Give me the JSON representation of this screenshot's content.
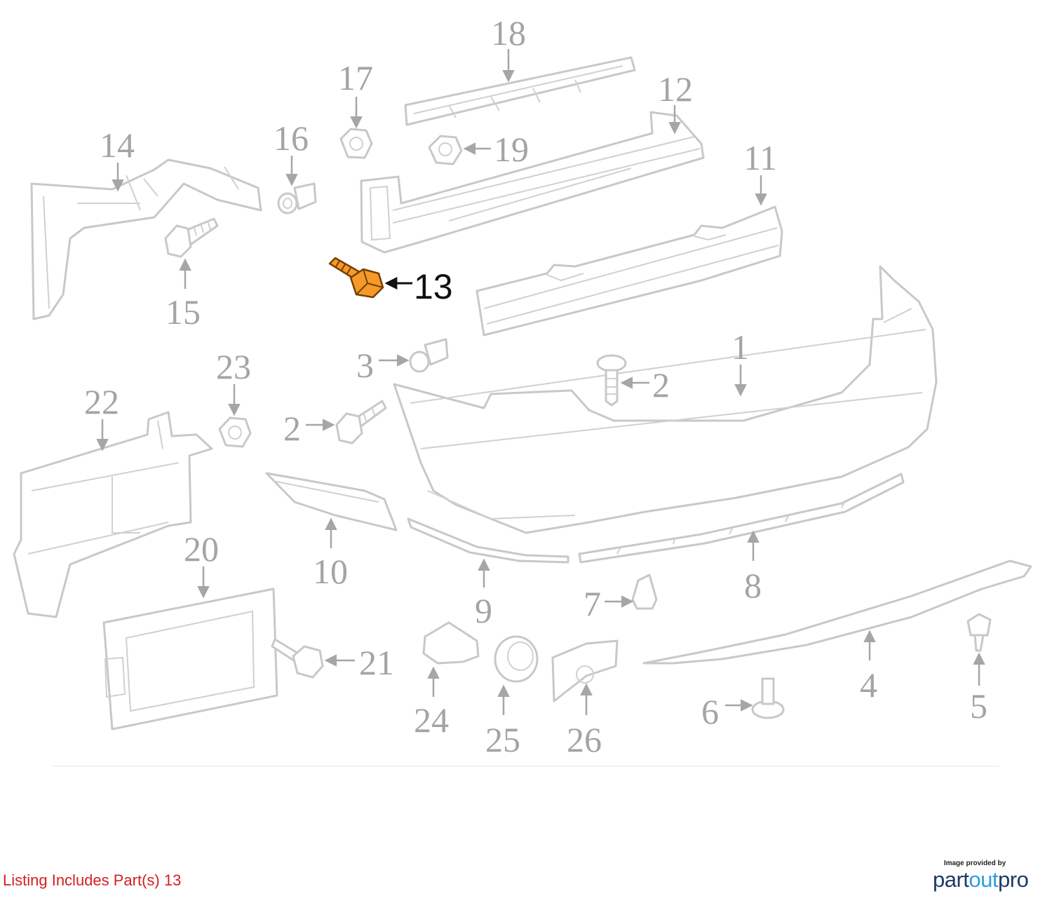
{
  "callouts": {
    "c1": "1",
    "c2a": "2",
    "c2b": "2",
    "c3": "3",
    "c4": "4",
    "c5": "5",
    "c6": "6",
    "c7": "7",
    "c8": "8",
    "c9": "9",
    "c10": "10",
    "c11": "11",
    "c12": "12",
    "c13": "13",
    "c14": "14",
    "c15": "15",
    "c16": "16",
    "c17": "17",
    "c18": "18",
    "c19": "19",
    "c20": "20",
    "c21": "21",
    "c22": "22",
    "c23": "23",
    "c24": "24",
    "c25": "25",
    "c26": "26"
  },
  "highlight": {
    "part": "13",
    "color": "#f39a2a"
  },
  "listing": {
    "text": "Listing Includes Part(s) 13",
    "color": "#d42020"
  },
  "logo": {
    "caption": "Image provided by",
    "word_main": "part",
    "word_accent": "out",
    "word_end": "pro"
  }
}
